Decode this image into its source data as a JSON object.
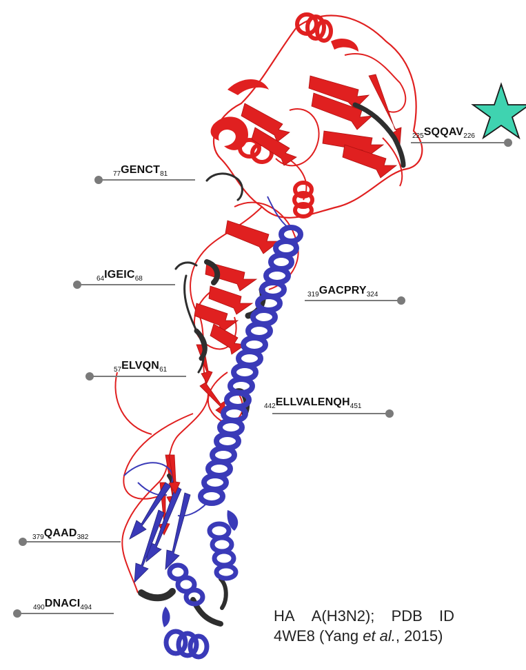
{
  "colors": {
    "domain_red": "#e02020",
    "domain_blue": "#3a3ab8",
    "linker_dark": "#2e2e2e",
    "leader_line": "#7a7a7a",
    "star_fill": "#3fd3b0",
    "star_stroke": "#1a1a1a"
  },
  "icons": {
    "highlight": "star-icon"
  },
  "labels": [
    {
      "id": "sqqav",
      "start": "225",
      "core": "SQQAV",
      "end": "226"
    },
    {
      "id": "gencet",
      "start": "77",
      "core": "GENCT",
      "end": "81"
    },
    {
      "id": "igeic",
      "start": "64",
      "core": "IGEIC",
      "end": "68"
    },
    {
      "id": "gacpry",
      "start": "319",
      "core": "GACPRY",
      "end": "324"
    },
    {
      "id": "elvqn",
      "start": "57",
      "core": "ELVQN",
      "end": "61"
    },
    {
      "id": "ellvalenqh",
      "start": "442",
      "core": "ELLVALENQH",
      "end": "451"
    },
    {
      "id": "qaad",
      "start": "379",
      "core": "QAAD",
      "end": "382"
    },
    {
      "id": "dnaci",
      "start": "490",
      "core": "DNACI",
      "end": "494"
    }
  ],
  "caption": {
    "line1_parts": [
      "HA",
      "A(H3N2);",
      "PDB",
      "ID"
    ],
    "line2_prefix": "4WE8 (Yang ",
    "line2_italic": "et al.",
    "line2_suffix": ", 2015)"
  }
}
